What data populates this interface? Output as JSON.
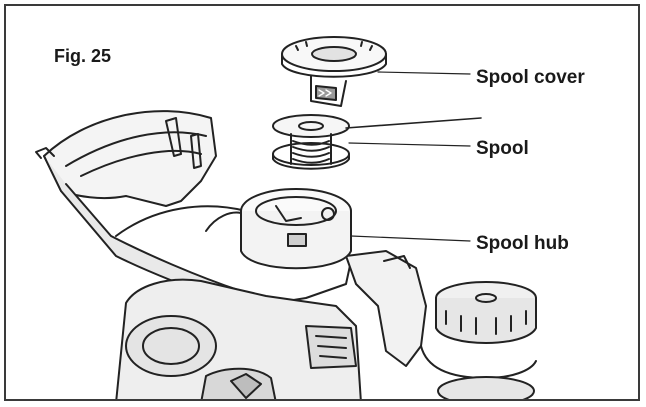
{
  "figure": {
    "label": "Fig. 25"
  },
  "callouts": [
    {
      "id": "spool-cover",
      "text": "Spool cover"
    },
    {
      "id": "spool",
      "text": "Spool"
    },
    {
      "id": "spool-hub",
      "text": "Spool hub"
    }
  ]
}
